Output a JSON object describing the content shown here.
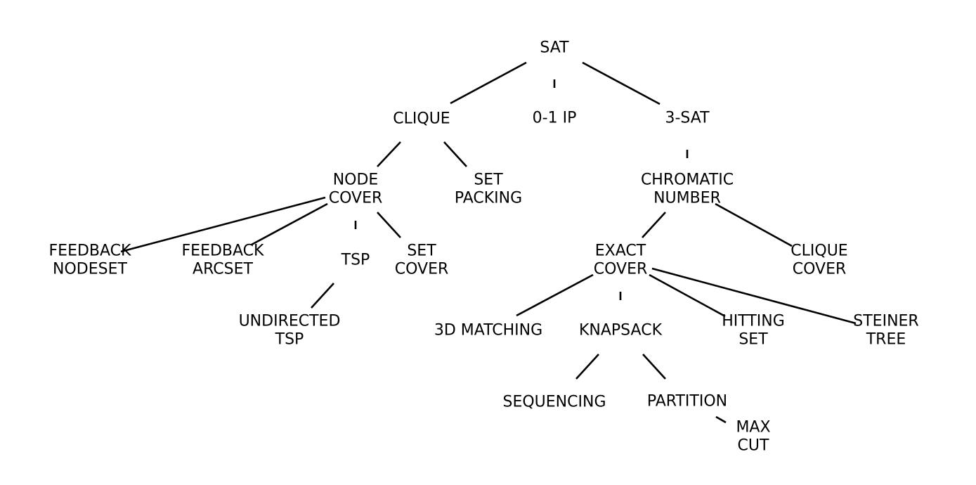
{
  "diagram": {
    "nodes": {
      "sat": [
        "SAT"
      ],
      "clique": [
        "CLIQUE"
      ],
      "ip01": [
        "0-1 IP"
      ],
      "sat3": [
        "3-SAT"
      ],
      "node_cover": [
        "NODE",
        "COVER"
      ],
      "set_packing": [
        "SET",
        "PACKING"
      ],
      "chromatic_number": [
        "CHROMATIC",
        "NUMBER"
      ],
      "feedback_nodeset": [
        "FEEDBACK",
        "NODESET"
      ],
      "feedback_arcset": [
        "FEEDBACK",
        "ARCSET"
      ],
      "tsp": [
        "TSP"
      ],
      "set_cover": [
        "SET",
        "COVER"
      ],
      "exact_cover": [
        "EXACT",
        "COVER"
      ],
      "clique_cover": [
        "CLIQUE",
        "COVER"
      ],
      "undirected_tsp": [
        "UNDIRECTED",
        "TSP"
      ],
      "matching_3d": [
        "3D MATCHING"
      ],
      "knapsack": [
        "KNAPSACK"
      ],
      "hitting_set": [
        "HITTING",
        "SET"
      ],
      "steiner_tree": [
        "STEINER",
        "TREE"
      ],
      "sequencing": [
        "SEQUENCING"
      ],
      "partition": [
        "PARTITION"
      ],
      "max_cut": [
        "MAX",
        "CUT"
      ]
    },
    "edges": [
      [
        "sat",
        "clique"
      ],
      [
        "sat",
        "ip01"
      ],
      [
        "sat",
        "sat3"
      ],
      [
        "clique",
        "node_cover"
      ],
      [
        "clique",
        "set_packing"
      ],
      [
        "sat3",
        "chromatic_number"
      ],
      [
        "node_cover",
        "feedback_nodeset"
      ],
      [
        "node_cover",
        "feedback_arcset"
      ],
      [
        "node_cover",
        "tsp"
      ],
      [
        "node_cover",
        "set_cover"
      ],
      [
        "tsp",
        "undirected_tsp"
      ],
      [
        "chromatic_number",
        "exact_cover"
      ],
      [
        "chromatic_number",
        "clique_cover"
      ],
      [
        "exact_cover",
        "matching_3d"
      ],
      [
        "exact_cover",
        "knapsack"
      ],
      [
        "exact_cover",
        "hitting_set"
      ],
      [
        "exact_cover",
        "steiner_tree"
      ],
      [
        "knapsack",
        "sequencing"
      ],
      [
        "knapsack",
        "partition"
      ],
      [
        "partition",
        "max_cut"
      ]
    ]
  }
}
